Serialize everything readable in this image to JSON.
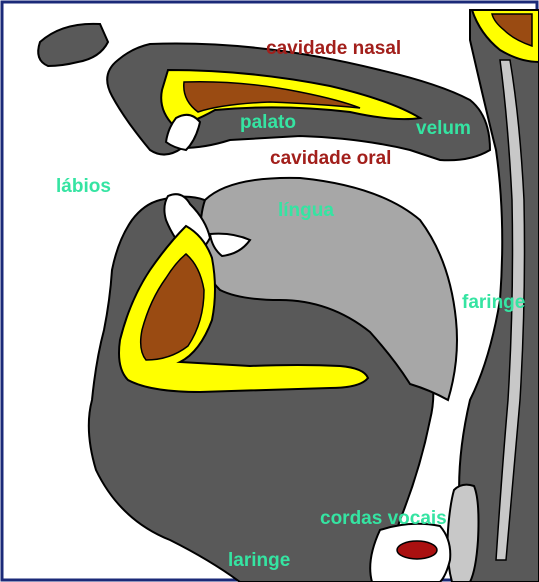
{
  "labels": {
    "nasal_cavity": "cavidade nasal",
    "palate": "palato",
    "velum": "velum",
    "oral_cavity": "cavidade oral",
    "lips": "lábios",
    "tongue": "língua",
    "pharynx": "faringe",
    "vocal_cords": "cordas vocais",
    "larynx": "laringe"
  },
  "colors": {
    "background": "#ffffff",
    "frame_border": "#1b2a78",
    "soft_tissue_dark": "#595959",
    "tongue_grey": "#a7a7a7",
    "bone_yellow": "#ffff00",
    "bone_marrow_brown": "#9a4b12",
    "pale_grey": "#c8c8c8",
    "outline": "#000000",
    "vocal_cord_red": "#aa1010",
    "label_red": "#a21f1b",
    "label_green": "#35e4a2"
  }
}
